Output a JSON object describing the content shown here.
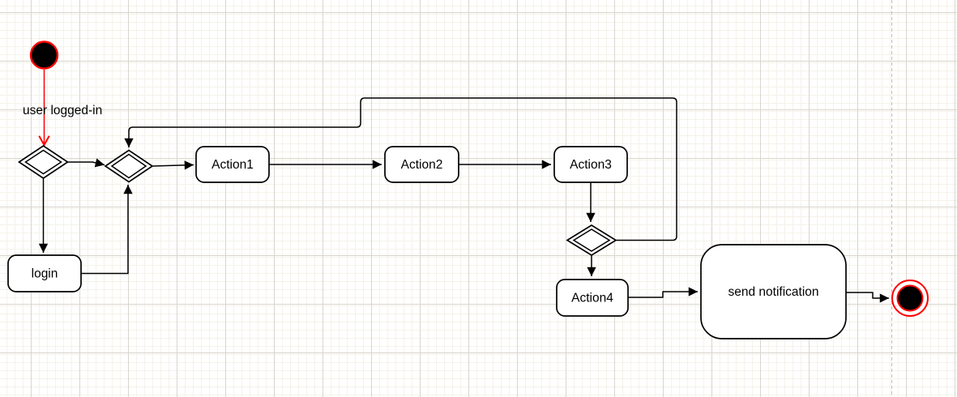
{
  "diagram": {
    "kind": "uml-activity-diagram",
    "nodes": {
      "initial": {
        "type": "initial-state",
        "label": ""
      },
      "decision1": {
        "type": "decision",
        "label": ""
      },
      "merge": {
        "type": "merge-decision",
        "label": ""
      },
      "login": {
        "type": "action",
        "label": "login"
      },
      "action1": {
        "type": "action",
        "label": "Action1"
      },
      "action2": {
        "type": "action",
        "label": "Action2"
      },
      "action3": {
        "type": "action",
        "label": "Action3"
      },
      "decision2": {
        "type": "decision",
        "label": ""
      },
      "action4": {
        "type": "action",
        "label": "Action4"
      },
      "send_notification": {
        "type": "action",
        "label": "send notification"
      },
      "final": {
        "type": "final-state",
        "label": ""
      }
    },
    "edges": [
      {
        "from": "initial",
        "to": "decision1",
        "label": "user logged-in",
        "color": "#FF0000"
      },
      {
        "from": "decision1",
        "to": "merge",
        "label": ""
      },
      {
        "from": "decision1",
        "to": "login",
        "label": ""
      },
      {
        "from": "login",
        "to": "merge",
        "label": ""
      },
      {
        "from": "merge",
        "to": "action1",
        "label": ""
      },
      {
        "from": "action1",
        "to": "action2",
        "label": ""
      },
      {
        "from": "action2",
        "to": "action3",
        "label": ""
      },
      {
        "from": "action3",
        "to": "decision2",
        "label": ""
      },
      {
        "from": "decision2",
        "to": "merge",
        "label": ""
      },
      {
        "from": "decision2",
        "to": "action4",
        "label": ""
      },
      {
        "from": "action4",
        "to": "send_notification",
        "label": ""
      },
      {
        "from": "send_notification",
        "to": "final",
        "label": ""
      }
    ],
    "colors": {
      "node_fill": "#FFFFFF",
      "node_stroke": "#000000",
      "edge": "#000000",
      "accent_red": "#FF0000",
      "page_break_line": "#BCBCBC"
    }
  }
}
